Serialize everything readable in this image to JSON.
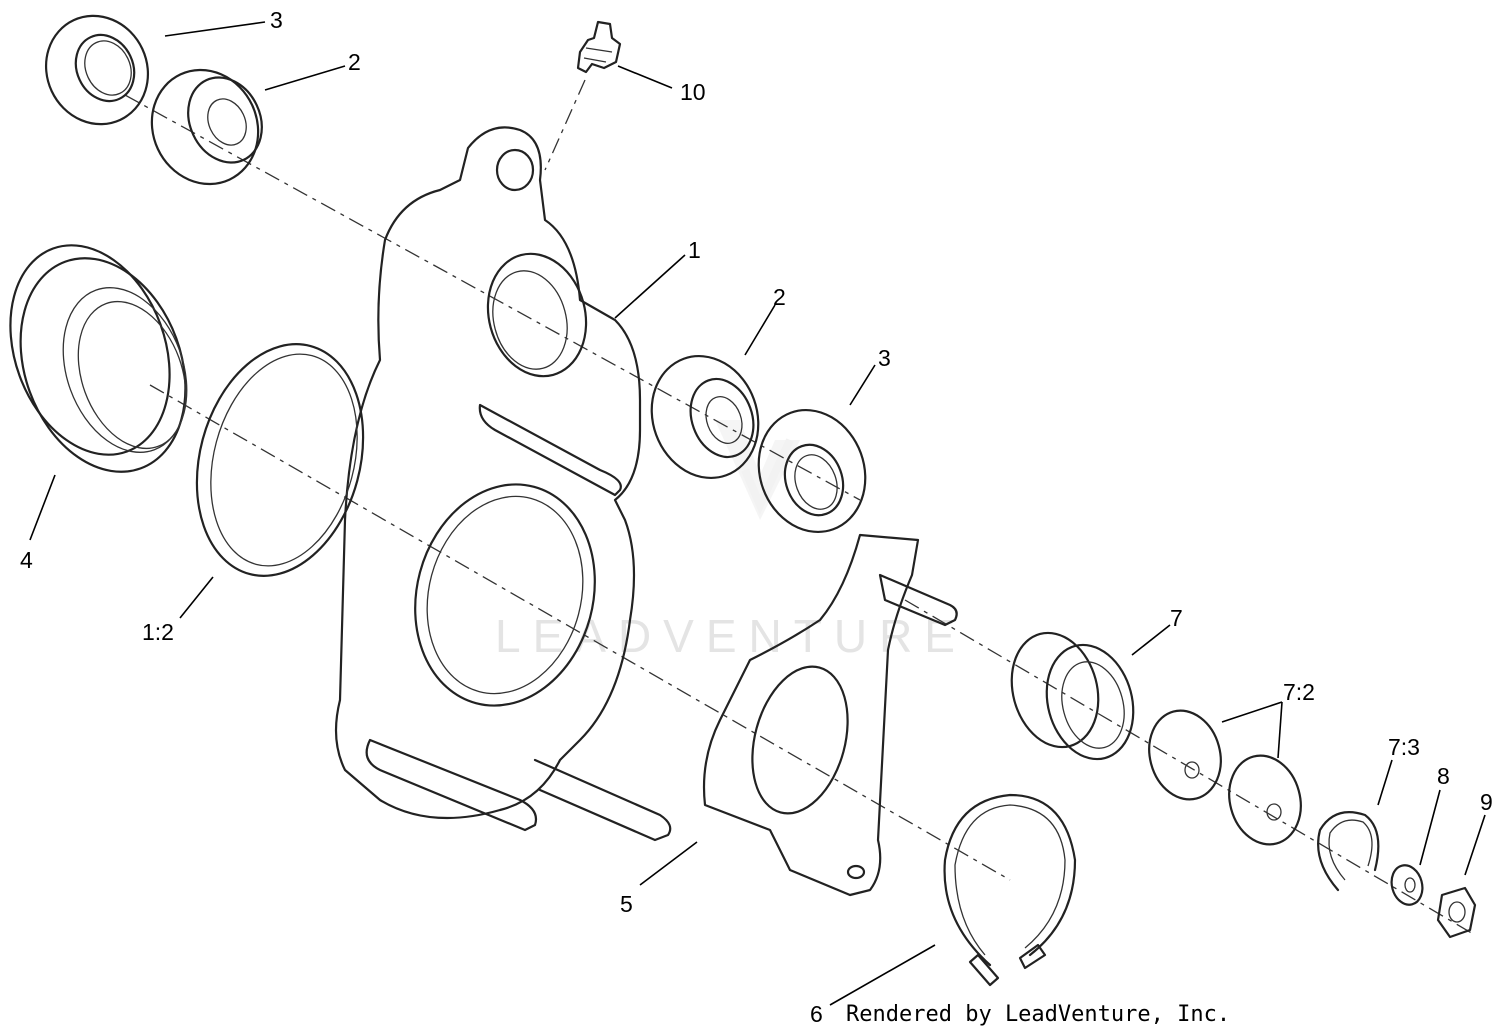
{
  "callouts": [
    {
      "id": "3a",
      "text": "3"
    },
    {
      "id": "2a",
      "text": "2"
    },
    {
      "id": "10",
      "text": "10"
    },
    {
      "id": "1",
      "text": "1"
    },
    {
      "id": "2b",
      "text": "2"
    },
    {
      "id": "3b",
      "text": "3"
    },
    {
      "id": "4",
      "text": "4"
    },
    {
      "id": "1_2",
      "text": "1:2"
    },
    {
      "id": "7",
      "text": "7"
    },
    {
      "id": "7_2",
      "text": "7:2"
    },
    {
      "id": "7_3",
      "text": "7:3"
    },
    {
      "id": "8",
      "text": "8"
    },
    {
      "id": "9",
      "text": "9"
    },
    {
      "id": "5",
      "text": "5"
    },
    {
      "id": "6",
      "text": "6"
    }
  ],
  "watermark": {
    "text": "LEADVENTURE"
  },
  "credit": {
    "text": "Rendered by LeadVenture, Inc."
  }
}
